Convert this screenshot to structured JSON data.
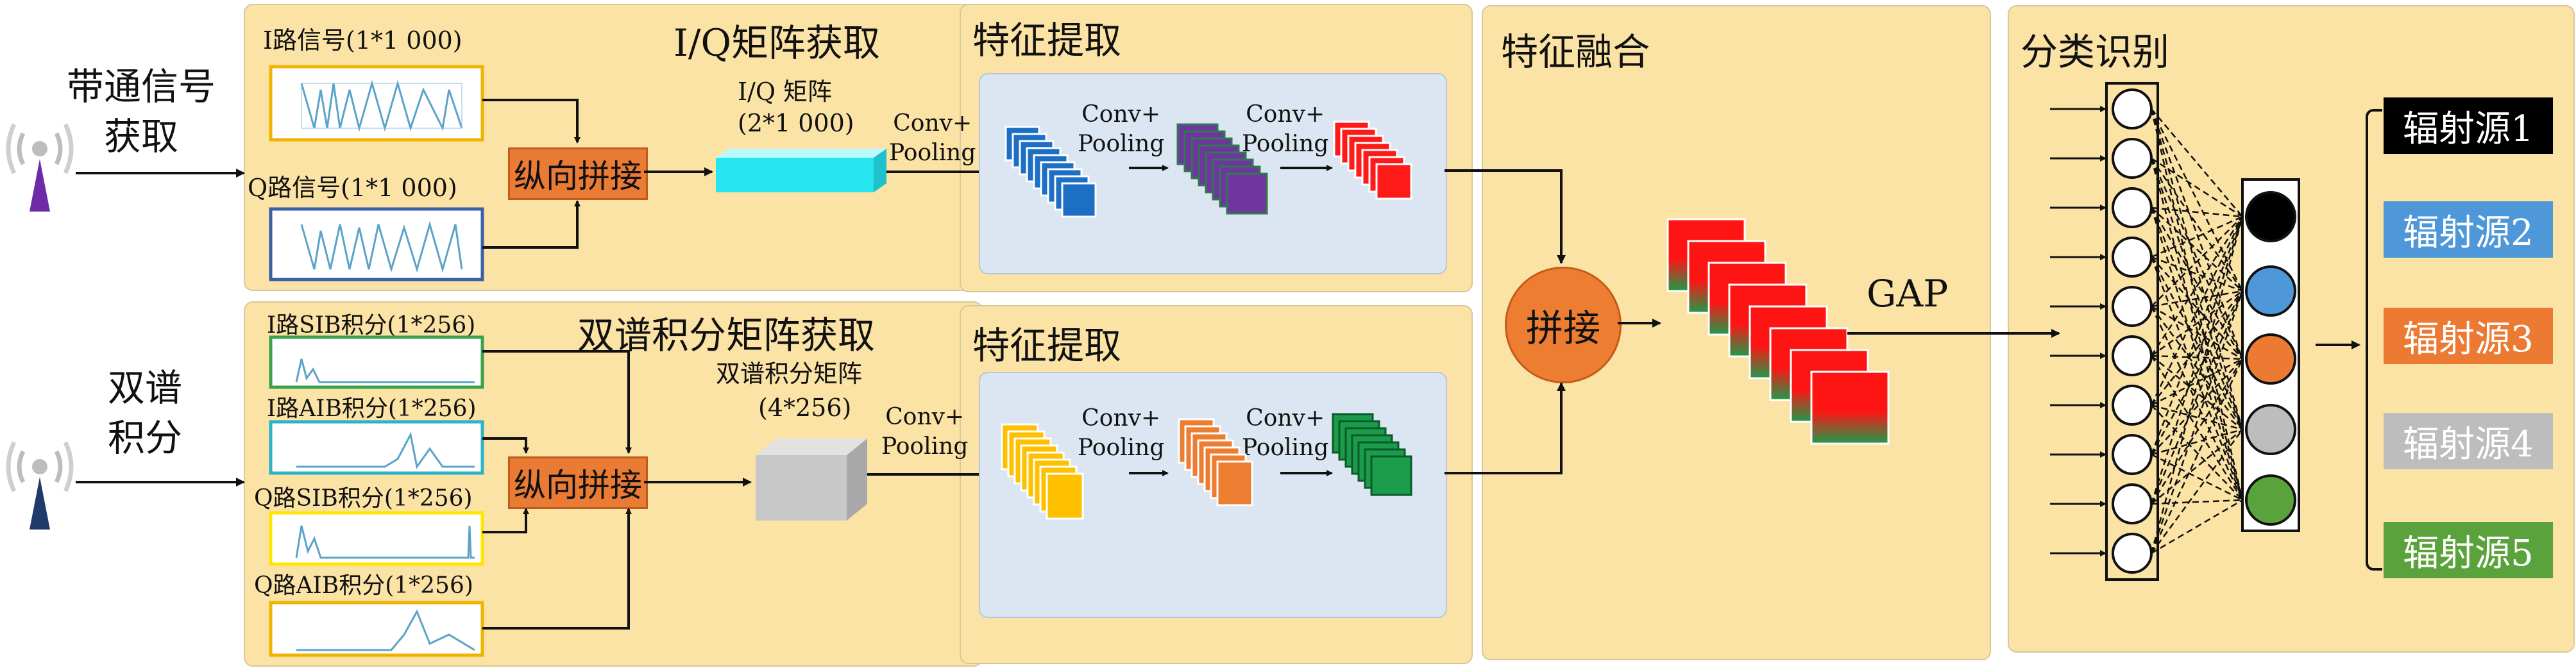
{
  "inputs": {
    "bandpass_label": "带通信号\n获取",
    "bispectrum_label": "双谱\n积分"
  },
  "iq": {
    "title": "I/Q矩阵获取",
    "i_signal": "I路信号(1*1 000)",
    "q_signal": "Q路信号(1*1 000)",
    "concat": "纵向拼接",
    "matrix_label": "I/Q 矩阵",
    "matrix_size": "(2*1 000)",
    "conv_pool": "Conv+\nPooling"
  },
  "bis": {
    "title": "双谱积分矩阵获取",
    "i_sib": "I路SIB积分(1*256)",
    "i_aib": "I路AIB积分(1*256)",
    "q_sib": "Q路SIB积分(1*256)",
    "q_aib": "Q路AIB积分(1*256)",
    "concat": "纵向拼接",
    "matrix_label": "双谱积分矩阵",
    "matrix_size": "(4*256)",
    "conv_pool": "Conv+\nPooling"
  },
  "feature_top": {
    "title": "特征提取",
    "conv1": "Conv+\nPooling",
    "conv2": "Conv+\nPooling"
  },
  "feature_bottom": {
    "title": "特征提取",
    "conv1": "Conv+\nPooling",
    "conv2": "Conv+\nPooling"
  },
  "fusion": {
    "title": "特征融合",
    "concat": "拼接",
    "gap": "GAP"
  },
  "classify": {
    "title": "分类识别",
    "outputs": [
      {
        "label": "辐射源1",
        "color": "#000000"
      },
      {
        "label": "辐射源2",
        "color": "#4e97d8"
      },
      {
        "label": "辐射源3",
        "color": "#ec7a32"
      },
      {
        "label": "辐射源4",
        "color": "#bdbdbd"
      },
      {
        "label": "辐射源5",
        "color": "#5aa33c"
      }
    ]
  },
  "colors": {
    "panel": "#fbe2a5",
    "inner": "#dce6f2",
    "blue": "#1c6fc4",
    "purple": "#6f35a0",
    "red": "#ff1a1a",
    "yellow": "#ffc000",
    "orange": "#ed7d31",
    "green": "#1a9c4a",
    "cyan": "#27e6f0"
  }
}
